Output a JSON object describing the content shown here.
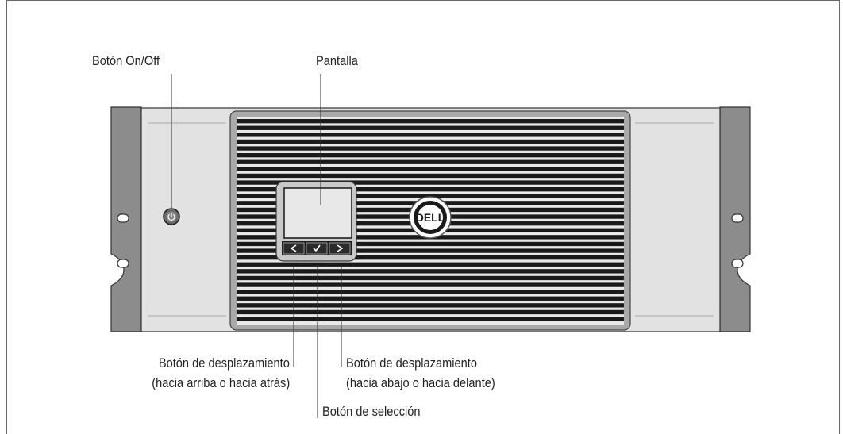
{
  "labels": {
    "power_button": "Botón On/Off",
    "display": "Pantalla",
    "scroll_up_line1": "Botón de desplazamiento",
    "scroll_up_line2": "(hacia arriba o hacia atrás)",
    "scroll_down_line1": "Botón de desplazamiento",
    "scroll_down_line2": "(hacia abajo o hacia delante)",
    "select_button": "Botón de selección"
  },
  "logo": {
    "text": "DELL"
  },
  "icons": {
    "power": "power-icon",
    "left_button": "chevron-left-icon",
    "select_button": "checkmark-icon",
    "right_button": "chevron-right-icon"
  },
  "colors": {
    "grille": "#1a1a1a",
    "panel": "#e2e2e2",
    "bezel": "#a9a9a9",
    "bracket": "#8c8c8c",
    "lcd": "#e8e8e8"
  }
}
